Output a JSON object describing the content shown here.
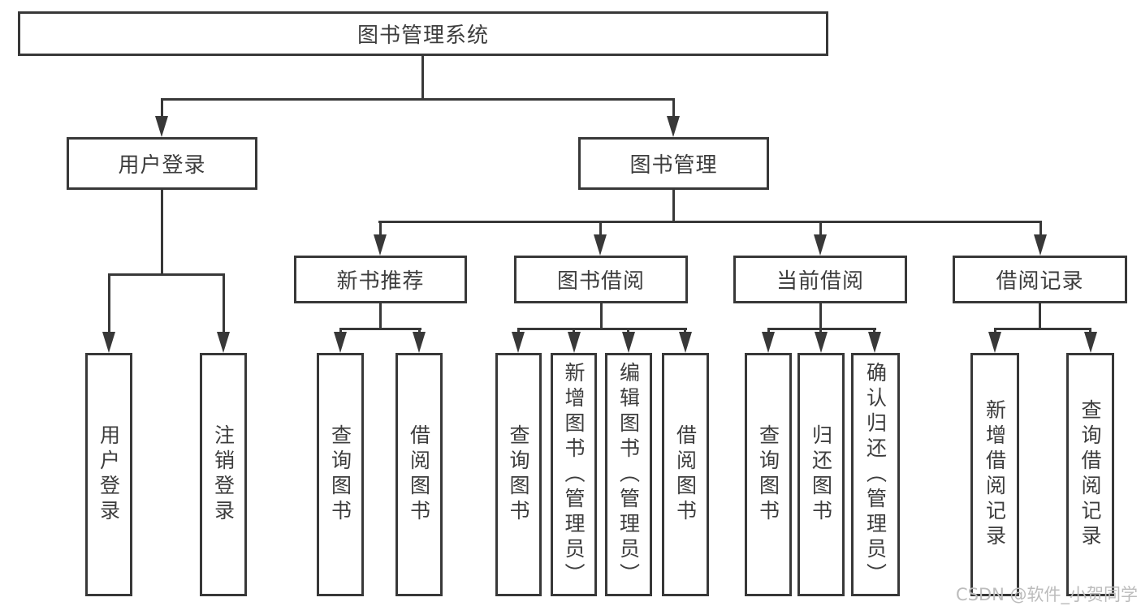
{
  "nodes": {
    "root": {
      "label": "图书管理系统"
    },
    "user_login": {
      "label": "用户登录"
    },
    "book_mgmt": {
      "label": "图书管理"
    },
    "new_book_rec": {
      "label": "新书推荐"
    },
    "book_borrow": {
      "label": "图书借阅"
    },
    "current_borrow": {
      "label": "当前借阅"
    },
    "borrow_record": {
      "label": "借阅记录"
    },
    "leaf_user_login": {
      "label": "用户登录"
    },
    "leaf_logout": {
      "label": "注销登录"
    },
    "rec_query_book": {
      "label": "查询图书"
    },
    "rec_borrow_book": {
      "label": "借阅图书"
    },
    "bb_query_book": {
      "label": "查询图书"
    },
    "bb_add_book": {
      "label": "新增图书（管理员）"
    },
    "bb_edit_book": {
      "label": "编辑图书（管理员）"
    },
    "bb_borrow_book": {
      "label": "借阅图书"
    },
    "cb_query_book": {
      "label": "查询图书"
    },
    "cb_return_book": {
      "label": "归还图书"
    },
    "cb_confirm_return": {
      "label": "确认归还（管理员）"
    },
    "br_add_record": {
      "label": "新增借阅记录"
    },
    "br_query_record": {
      "label": "查询借阅记录"
    }
  },
  "watermark": "CSDN @软件_小贺同学",
  "colors": {
    "line": "#383838",
    "text": "#3d3d3d",
    "watermark": "#bcbcbc",
    "background": "#ffffff"
  }
}
